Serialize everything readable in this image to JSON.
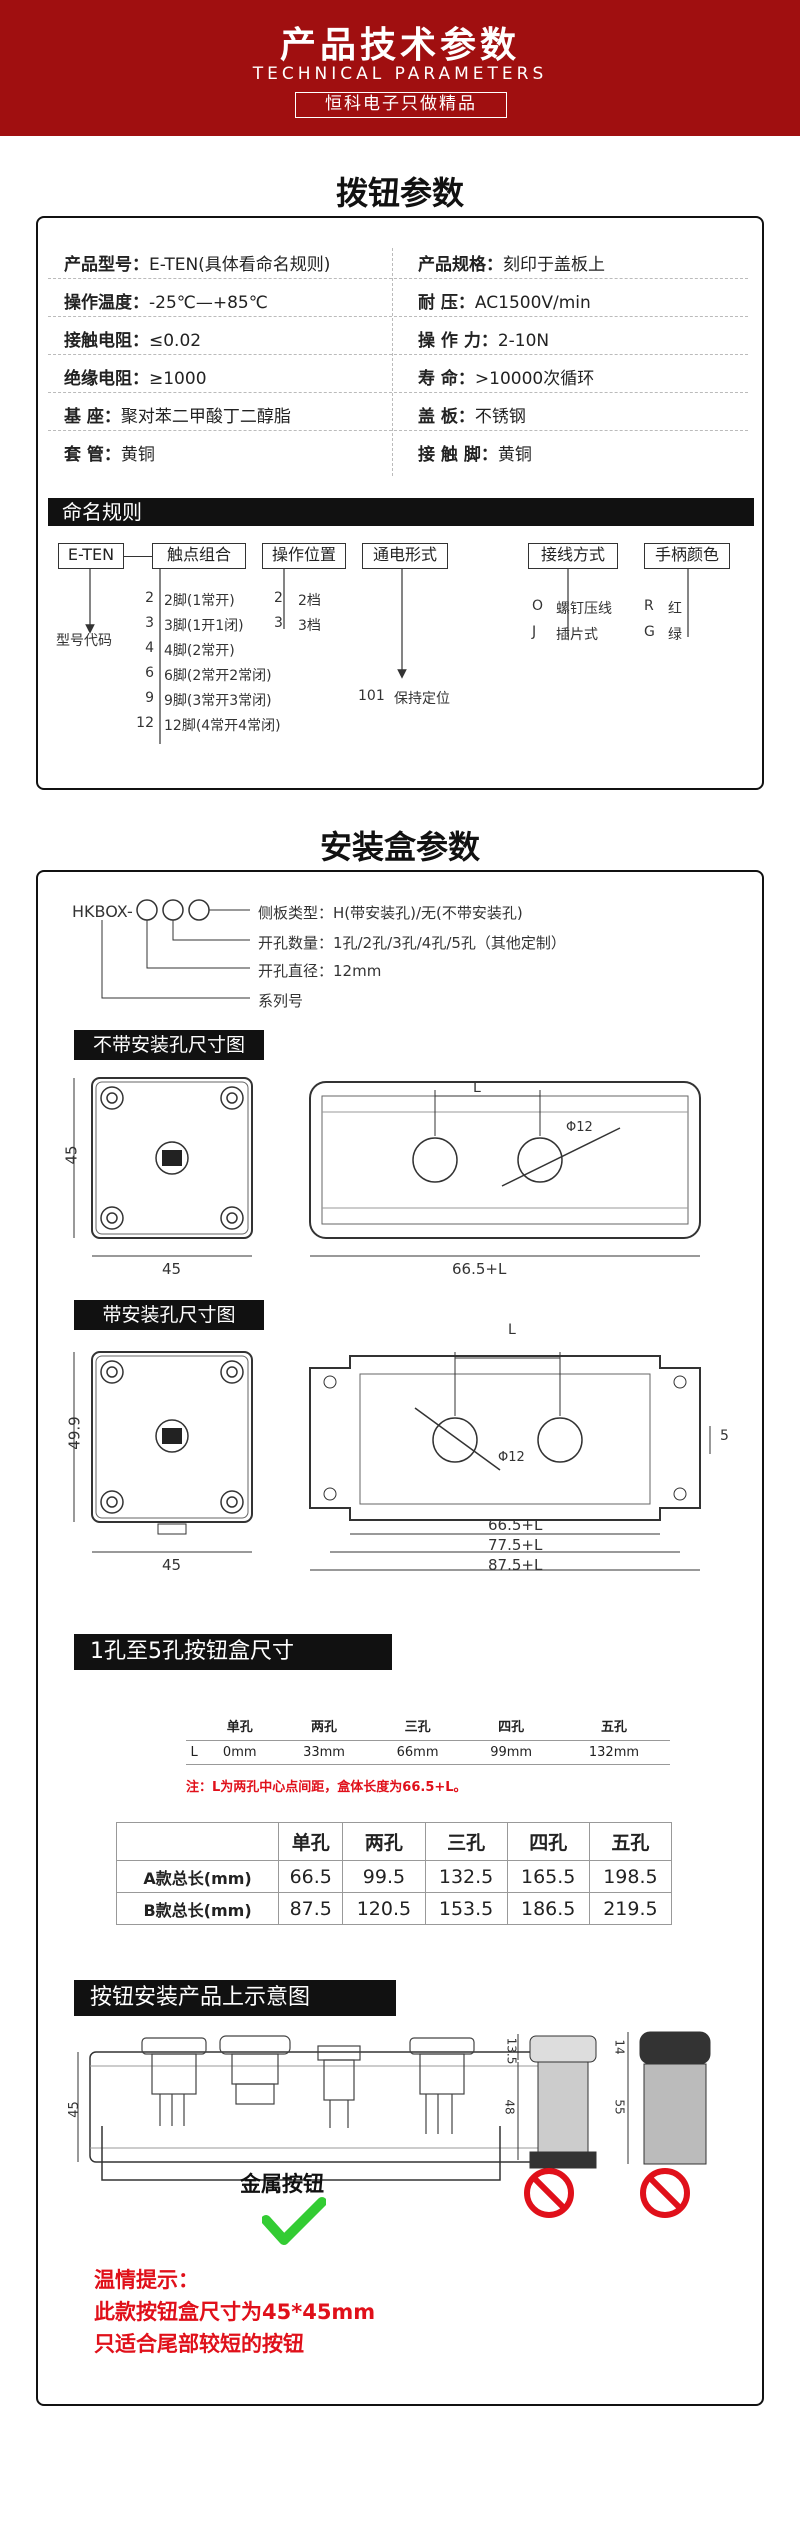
{
  "header": {
    "title": "产品技术参数",
    "subtitle": "TECHNICAL PARAMETERS",
    "tagline": "恒科电子只做精品"
  },
  "button_params": {
    "title": "拨钮参数",
    "left": [
      {
        "k": "产品型号：",
        "v": "E-TEN(具体看命名规则)"
      },
      {
        "k": "操作温度：",
        "v": "-25℃—+85℃"
      },
      {
        "k": "接触电阻：",
        "v": "≤0.02"
      },
      {
        "k": "绝缘电阻：",
        "v": "≥1000"
      },
      {
        "k": "基    座：",
        "v": "聚对苯二甲酸丁二醇脂"
      },
      {
        "k": "套    管：",
        "v": "黄铜"
      }
    ],
    "right": [
      {
        "k": "产品规格：",
        "v": "刻印于盖板上"
      },
      {
        "k": "耐    压：",
        "v": "AC1500V/min"
      },
      {
        "k": "操 作 力：",
        "v": "2-10N"
      },
      {
        "k": "寿    命：",
        "v": ">10000次循环"
      },
      {
        "k": "盖    板：",
        "v": "不锈钢"
      },
      {
        "k": "接 触 脚：",
        "v": "黄铜"
      }
    ],
    "naming": {
      "bar": "命名规则",
      "model": "E-TEN",
      "g1": "触点组合",
      "g2": "操作位置",
      "g3": "通电形式",
      "g4": "接线方式",
      "g5": "手柄颜色",
      "model_label": "型号代码",
      "contacts": [
        {
          "n": "2",
          "t": "2脚(1常开)"
        },
        {
          "n": "3",
          "t": "3脚(1开1闭)"
        },
        {
          "n": "4",
          "t": "4脚(2常开)"
        },
        {
          "n": "6",
          "t": "6脚(2常开2常闭)"
        },
        {
          "n": "9",
          "t": "9脚(3常开3常闭)"
        },
        {
          "n": "12",
          "t": "12脚(4常开4常闭)"
        }
      ],
      "positions": [
        {
          "n": "2",
          "t": "2档"
        },
        {
          "n": "3",
          "t": "3档"
        }
      ],
      "power": {
        "n": "101",
        "t": "保持定位"
      },
      "wiring": [
        {
          "n": "O",
          "t": "螺钉压线"
        },
        {
          "n": "J",
          "t": "插片式"
        }
      ],
      "colors": [
        {
          "n": "R",
          "t": "红"
        },
        {
          "n": "G",
          "t": "绿"
        }
      ]
    }
  },
  "box_params": {
    "title": "安装盒参数",
    "code": "HKBOX-",
    "legend": [
      "侧板类型：H(带安装孔)/无(不带安装孔)",
      "开孔数量：1孔/2孔/3孔/4孔/5孔（其他定制）",
      "开孔直径：12mm",
      "系列号"
    ],
    "no_hole_title": "不带安装孔尺寸图",
    "with_hole_title": "带安装孔尺寸图",
    "dims": {
      "h45": "45",
      "w45": "45",
      "l": "L",
      "phi": "Φ12",
      "len1": "66.5+L",
      "h499": "49.9",
      "w45b": "45",
      "five": "5",
      "len2a": "66.5+L",
      "len2b": "77.5+L",
      "len2c": "87.5+L"
    },
    "size_title": "1孔至5孔按钮盒尺寸",
    "size_headers": [
      "",
      "单孔",
      "两孔",
      "三孔",
      "四孔",
      "五孔"
    ],
    "size_row": [
      "L",
      "0mm",
      "33mm",
      "66mm",
      "99mm",
      "132mm"
    ],
    "note": "注：L为两孔中心点间距，盒体长度为66.5+L。",
    "len_headers": [
      "",
      "单孔",
      "两孔",
      "三孔",
      "四孔",
      "五孔"
    ],
    "len_rows": [
      [
        "A款总长(mm)",
        "66.5",
        "99.5",
        "132.5",
        "165.5",
        "198.5"
      ],
      [
        "B款总长(mm)",
        "87.5",
        "120.5",
        "153.5",
        "186.5",
        "219.5"
      ]
    ],
    "install_title": "按钮安装产品上示意图",
    "install_dims": {
      "h45": "45",
      "d135": "13.5",
      "d48": "48",
      "d14": "14",
      "d55": "55"
    },
    "metal_label": "金属按钮",
    "tip_title": "温情提示：",
    "tip_line1": "此款按钮盒尺寸为45*45mm",
    "tip_line2": "只适合尾部较短的按钮"
  },
  "colors": {
    "header_red": "#a00f10",
    "tip_red": "#e0101a",
    "check_green": "#33cc33",
    "no_red": "#e0101a"
  }
}
